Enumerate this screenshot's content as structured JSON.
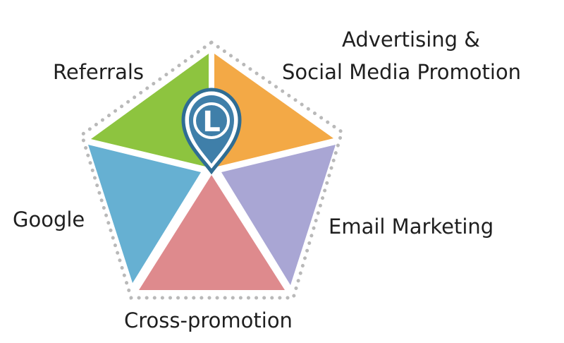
{
  "segments": [
    {
      "id": "referrals",
      "label_lines": [
        "Referrals"
      ],
      "color": "#8dc43f"
    },
    {
      "id": "advertising",
      "label_lines": [
        "Advertising &",
        "Social Media Promotion"
      ],
      "color": "#f3a946"
    },
    {
      "id": "email",
      "label_lines": [
        "Email Marketing"
      ],
      "color": "#a9a6d4"
    },
    {
      "id": "cross-promotion",
      "label_lines": [
        "Cross-promotion"
      ],
      "color": "#de8a8d"
    },
    {
      "id": "google",
      "label_lines": [
        "Google"
      ],
      "color": "#66b0d2"
    }
  ],
  "logo": {
    "letter": "L",
    "outline_color": "#2f6d93",
    "fill_color": "#3f7fa9"
  },
  "border_color": "#b9b9b9"
}
